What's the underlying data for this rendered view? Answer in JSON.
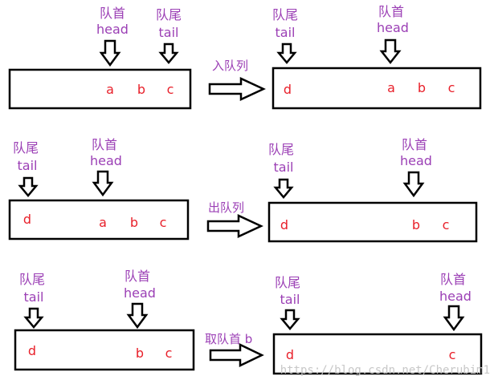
{
  "labels": {
    "head_cn": "队首",
    "head_en": "head",
    "tail_cn": "队尾",
    "tail_en": "tail"
  },
  "operations": {
    "enqueue": "入队列",
    "dequeue": "出队列",
    "front": "取队首 b"
  },
  "rows": [
    {
      "before": {
        "cells": [
          "a",
          "b",
          "c"
        ]
      },
      "after": {
        "cells": [
          "d",
          "a",
          "b",
          "c"
        ]
      }
    },
    {
      "before": {
        "cells": [
          "d",
          "a",
          "b",
          "c"
        ]
      },
      "after": {
        "cells": [
          "d",
          "b",
          "c"
        ]
      }
    },
    {
      "before": {
        "cells": [
          "d",
          "b",
          "c"
        ]
      },
      "after": {
        "cells": [
          "d",
          "c"
        ]
      }
    }
  ],
  "watermark": "https://blog.csdn.net/Cherubim1"
}
